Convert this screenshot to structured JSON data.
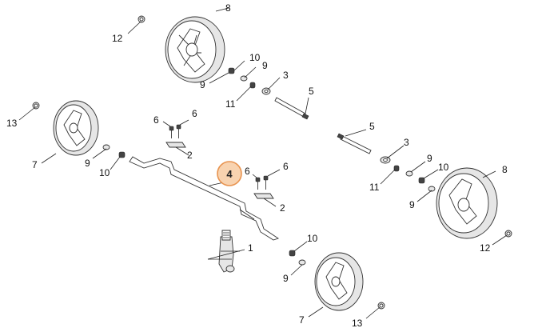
{
  "callouts": {
    "c8_top": "8",
    "c12_top": "12",
    "c10_a": "10",
    "c9_a": "9",
    "c9_b": "9",
    "c3_top": "3",
    "c5_top": "5",
    "c11_top": "11",
    "c13_left": "13",
    "c7_left": "7",
    "c9_left": "9",
    "c10_left": "10",
    "c6_a": "6",
    "c6_b": "6",
    "c2_top": "2",
    "c6_c": "6",
    "c6_d": "6",
    "c2_mid": "2",
    "c5_right": "5",
    "c3_right": "3",
    "c9_right_a": "9",
    "c10_right": "10",
    "c11_right": "11",
    "c9_right_b": "9",
    "c8_right": "8",
    "c12_right": "12",
    "c1": "1",
    "c10_bottom": "10",
    "c9_bottom": "9",
    "c7_bottom": "7",
    "c13_bottom": "13"
  },
  "highlight": {
    "label": "4",
    "color": "#e8934f"
  }
}
